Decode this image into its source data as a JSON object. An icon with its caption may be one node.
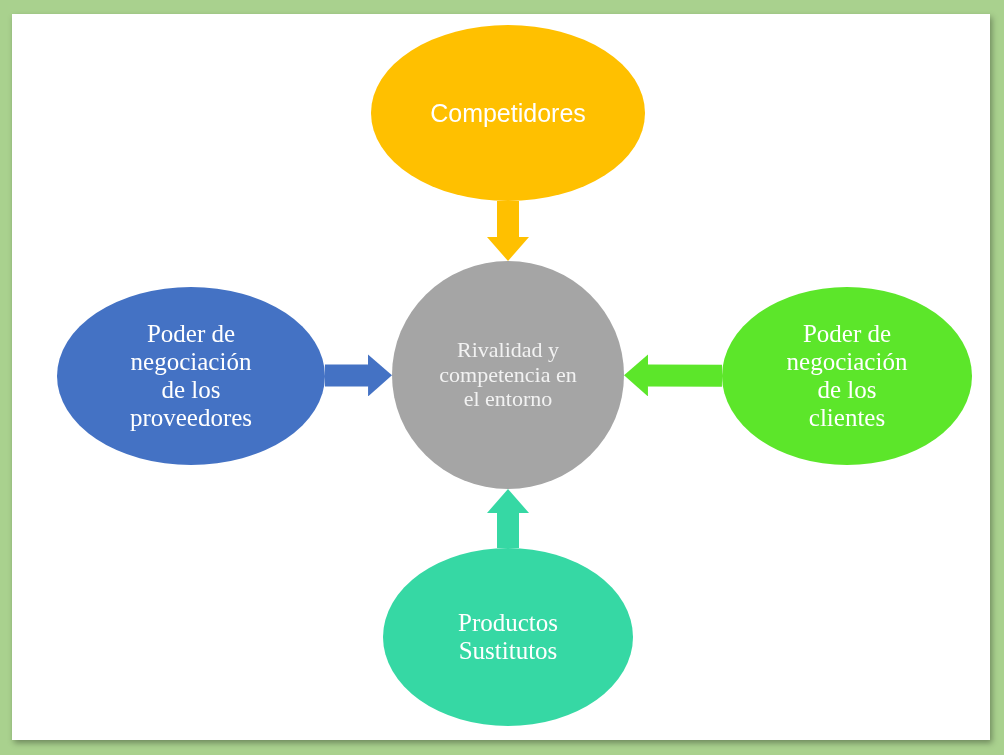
{
  "diagram": {
    "nodes": [
      {
        "text": [
          "Competidores"
        ]
      },
      {
        "text": [
          "Poder de negociación de los proveedores"
        ]
      },
      {
        "text": [
          "Rivalidad y competencia en el entorno"
        ]
      },
      {
        "text": [
          "Poder de negociación de los clientes"
        ]
      },
      {
        "text": [
          "Productos Sustitutos"
        ]
      }
    ],
    "edges": [
      {
        "from": 0,
        "to": 2,
        "arrow": "to",
        "color": "#ffc000"
      },
      {
        "from": 1,
        "to": 2,
        "arrow": "to",
        "color": "#4472c4"
      },
      {
        "from": 3,
        "to": 2,
        "arrow": "to",
        "color": "#5ce62a"
      },
      {
        "from": 4,
        "to": 2,
        "arrow": "to",
        "color": "#36d8a4"
      }
    ]
  }
}
